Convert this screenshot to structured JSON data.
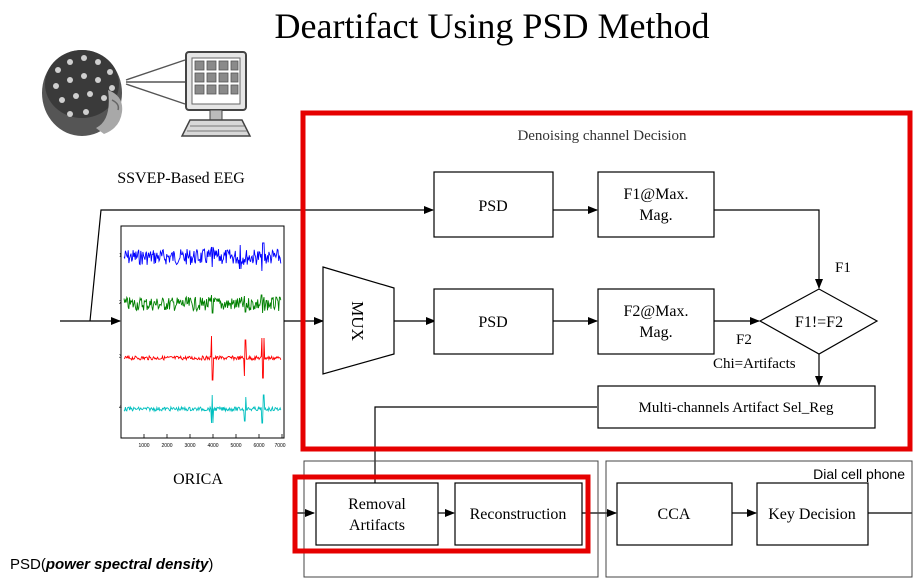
{
  "title": "Deartifact Using PSD Method",
  "eeg_label": "SSVEP-Based EEG",
  "orica_label": "ORICA",
  "decision_box_label": "Denoising channel Decision",
  "psd_top": "PSD",
  "f1_box": [
    "F1@Max.",
    "Mag."
  ],
  "mux": "MUX",
  "psd_mid": "PSD",
  "f2_box": [
    "F2@Max.",
    "Mag."
  ],
  "diamond": "F1!=F2",
  "f1_label": "F1",
  "f2_label": "F2",
  "chi_label": "Chi=Artifacts",
  "multi_box": "Multi-channels Artifact Sel_Reg",
  "removal_box": [
    "Removal",
    "Artifacts"
  ],
  "reconstruction_box": "Reconstruction",
  "cca_box": "CCA",
  "key_box": "Key Decision",
  "dial_label": "Dial cell phone",
  "plot_ticks": [
    "1000",
    "2000",
    "3000",
    "4000",
    "5000",
    "6000",
    "7000"
  ],
  "channel_numbers": [
    "1",
    "2",
    "3",
    "4"
  ],
  "footnote_prefix": "PSD(",
  "footnote_emph": "power spectral density",
  "footnote_suffix": ")",
  "colors": {
    "highlight": "#e60000",
    "ch1": "#0000ff",
    "ch2": "#008000",
    "ch3": "#ff0000",
    "ch4": "#00bfbf"
  }
}
